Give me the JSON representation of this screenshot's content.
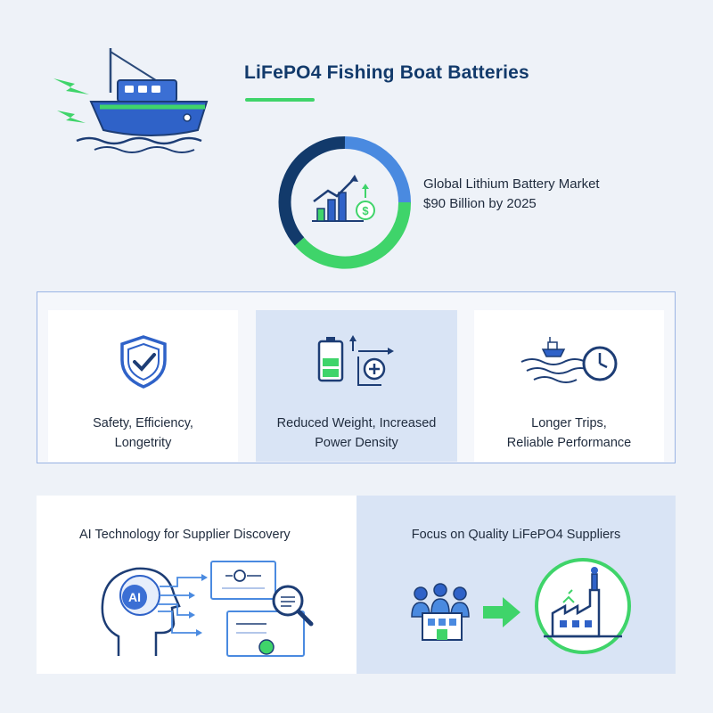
{
  "header": {
    "title": "LiFePO4 Fishing Boat Batteries"
  },
  "market": {
    "line1": "Global Lithium Battery Market",
    "line2": "$90 Billion by 2025"
  },
  "features": [
    {
      "label_line1": "Safety, Efficiency,",
      "label_line2": "Longetrity",
      "icon": "shield-check-icon"
    },
    {
      "label_line1": "Reduced Weight, Increased",
      "label_line2": "Power Density",
      "icon": "battery-icon"
    },
    {
      "label_line1": "Longer Trips,",
      "label_line2": "Reliable Performance",
      "icon": "boat-clock-icon"
    }
  ],
  "ai_panel": {
    "title": "AI Technology for Supplier Discovery",
    "ai_badge": "AI"
  },
  "quality_panel": {
    "title": "Focus on Quality LiFePO4 Suppliers"
  },
  "colors": {
    "navy": "#123a6b",
    "blue": "#2f62c8",
    "light_blue": "#4a8ae0",
    "green": "#3fd46a",
    "card_blue": "#d9e4f5"
  }
}
